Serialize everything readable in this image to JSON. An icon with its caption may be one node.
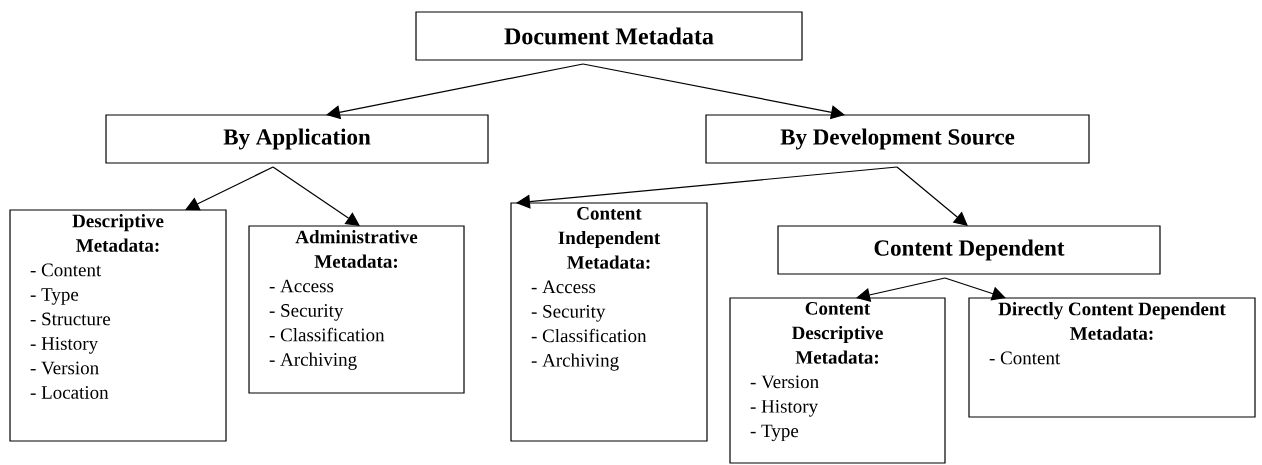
{
  "diagram": {
    "nodes": [
      {
        "text": [
          "Document Metadata"
        ]
      },
      {
        "text": [
          "By Application"
        ]
      },
      {
        "text": [
          "By Development Source"
        ]
      },
      {
        "text": [
          "Descriptive Metadata:",
          "- Content",
          "- Type",
          "- Structure",
          "- History",
          "- Version",
          "- Location"
        ]
      },
      {
        "text": [
          "Administrative Metadata:",
          "- Access",
          "- Security",
          "- Classification",
          "- Archiving"
        ]
      },
      {
        "text": [
          "Content Independent Metadata:",
          "- Access",
          "- Security",
          "- Classification",
          "- Archiving"
        ]
      },
      {
        "text": [
          "Content Dependent"
        ]
      },
      {
        "text": [
          "Content Descriptive Metadata:",
          "- Version",
          "- History",
          "- Type"
        ]
      },
      {
        "text": [
          "Directly Content Dependent Metadata:",
          "- Content"
        ]
      }
    ],
    "edges": [
      {
        "from": 0,
        "to": 1,
        "arrow": "to"
      },
      {
        "from": 0,
        "to": 2,
        "arrow": "to"
      },
      {
        "from": 1,
        "to": 3,
        "arrow": "to"
      },
      {
        "from": 1,
        "to": 4,
        "arrow": "to"
      },
      {
        "from": 2,
        "to": 5,
        "arrow": "to"
      },
      {
        "from": 2,
        "to": 6,
        "arrow": "to"
      },
      {
        "from": 6,
        "to": 7,
        "arrow": "to"
      },
      {
        "from": 6,
        "to": 8,
        "arrow": "to"
      }
    ]
  }
}
